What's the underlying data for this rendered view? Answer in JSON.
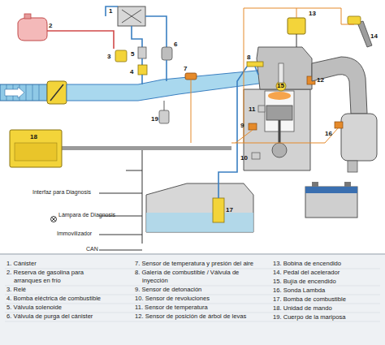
{
  "diagram": {
    "labels": [
      "1",
      "2",
      "3",
      "4",
      "5",
      "6",
      "7",
      "8",
      "9",
      "10",
      "11",
      "12",
      "13",
      "14",
      "15",
      "16",
      "17",
      "18",
      "19",
      "Interfaz para Diagnosis",
      "Lámpara de Diagnosis",
      "Immovilizador",
      "CAN",
      "1. Cánister",
      "2. Reserva de gasolina para arranques en frío",
      "3. Relé",
      "4. Bomba eléctrica de combustible",
      "5. Válvula solenoide",
      "6. Válvula de purga del cánister",
      "7. Sensor de temperatura y presión del aire",
      "8. Galería de combustible / Válvula de inyección",
      "9. Sensor de detonación",
      "10. Sensor de revoluciones",
      "11. Sensor de temperatura",
      "12. Sensor de posición de árbol de levas",
      "13. Bobina de encendido",
      "14. Pedal del acelerador",
      "15. Bujía de encendido",
      "16. Sonda Lambda",
      "17. Bomba de combustible",
      "18. Unidad de mando",
      "19. Cuerpo de la mariposa"
    ]
  }
}
